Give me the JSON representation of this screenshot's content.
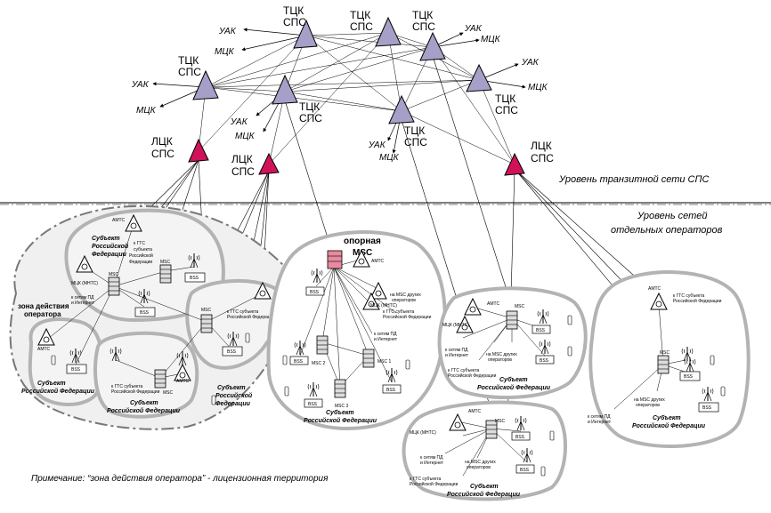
{
  "transit": {
    "tck_label_1": "ТЦК",
    "tck_label_2": "СПС",
    "lck_label_1": "ЛЦК",
    "lck_label_2": "СПС",
    "uak": "УАК",
    "mck": "МЦК",
    "level_caption": "Уровень транзитной сети СПС"
  },
  "operators": {
    "level_caption_1": "Уровень сетей",
    "level_caption_2": "отдельных операторов",
    "zone_label_1": "зона действия",
    "zone_label_2": "оператора",
    "subject_1": "Субъект",
    "subject_2": "Российской Федерации",
    "subject_2a": "Российской",
    "subject_2b": "Федерации",
    "amts": "АМТС",
    "msc": "MSC",
    "bss": "BSS",
    "msc1": "MSC 1",
    "msc2": "MSC 2",
    "msc3": "MSC 3",
    "mck_mnts": "МЦК (МНТС)",
    "to_gts_1": "к ГТС субъекта",
    "to_gts_2": "Российской Федерации",
    "to_gts_3": "к ГТС",
    "to_gts_4": "субъекта",
    "to_gts_5": "Российской",
    "to_gts_6": "Федерации",
    "to_pd_1": "к сетям ПД",
    "to_pd_2": "и Интернет",
    "to_msc_1": "на MSC других",
    "to_msc_2": "операторов",
    "support_1": "опорная",
    "support_2": "MSC"
  },
  "note": "Примечание: “зона действия оператора” - лицензионная территория",
  "colors": {
    "tck_fill": "#a6a0c8",
    "lck_fill": "#d0125a",
    "zone_fill": "#f0f0f0",
    "zone_stroke": "#b3b3b3"
  }
}
